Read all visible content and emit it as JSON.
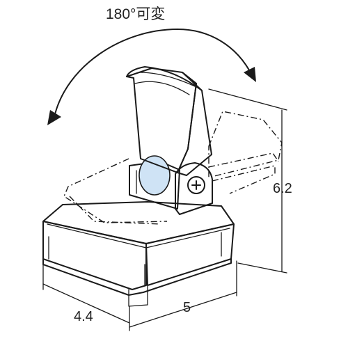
{
  "labels": {
    "rotation": "180°可変",
    "height": "6.2",
    "depth": "4.4",
    "width": "5"
  },
  "colors": {
    "ink": "#1a1a1a",
    "body_white": "#ffffff",
    "lever_blue": "#cfe3f5",
    "lever_blue_dark": "#a9c9e8"
  },
  "icons": {
    "screw": "phillips-screw-icon",
    "rotation_arrow": "curved-double-arrow-icon"
  }
}
